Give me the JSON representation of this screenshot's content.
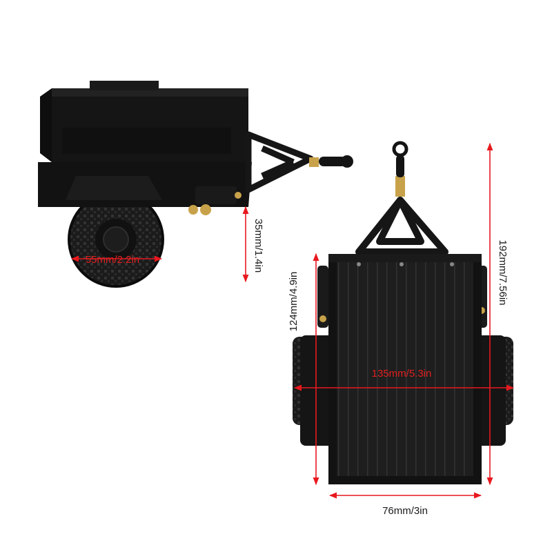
{
  "dimensions": {
    "wheel_diameter": "55mm/2.2in",
    "ground_clearance": "35mm/1.4in",
    "bed_length": "124mm/4.9in",
    "overall_length": "192mm/7.56in",
    "overall_width": "135mm/5.3in",
    "bed_width": "76mm/3in"
  },
  "colors": {
    "dimension_line": "#e8181e",
    "trailer_body": "#141414",
    "brass": "#c8a24a",
    "background": "#ffffff"
  }
}
